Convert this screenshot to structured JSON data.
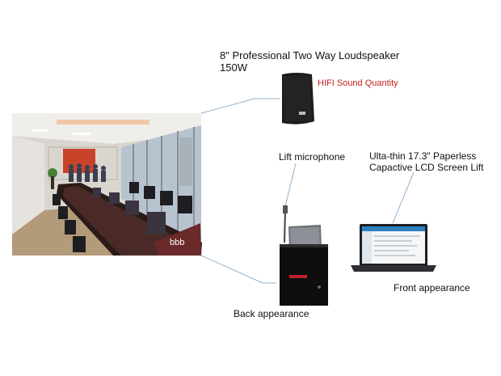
{
  "speaker": {
    "title_line1": "8\" Professional Two Way Loudspeaker",
    "title_line2": "150W",
    "tagline": "HIFI Sound Quantity",
    "tagline_color": "#c8201e"
  },
  "microphone": {
    "label": "Lift microphone"
  },
  "lcd": {
    "label_line1": "Ulta-thin 17.3\" Paperless",
    "label_line2": "Capactive LCD Screen Lift"
  },
  "back_view": {
    "label": "Back appearance",
    "screen_text": "bbb"
  },
  "front_view": {
    "label": "Front appearance"
  },
  "connector_color": "#8fb3cf"
}
